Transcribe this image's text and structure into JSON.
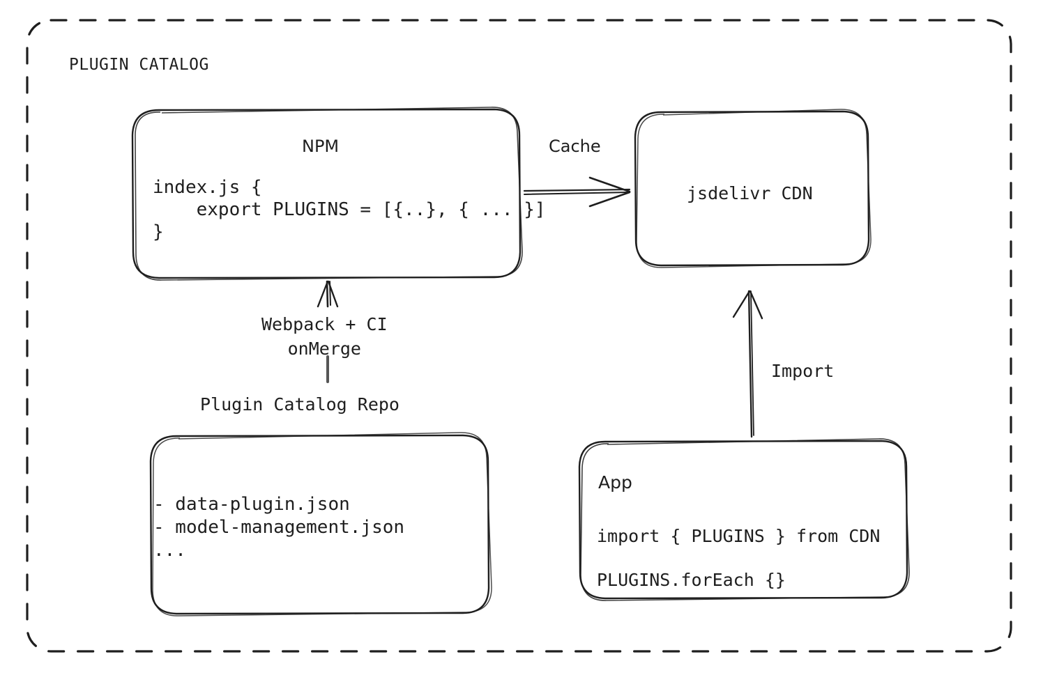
{
  "diagram": {
    "type": "architecture-flow",
    "group": {
      "title": "PLUGIN CATALOG",
      "border_style": "dashed",
      "stroke_color": "#1e1e1e"
    },
    "nodes": [
      {
        "id": "npm",
        "title": "NPM",
        "code": "index.js {\n    export PLUGINS = [{..}, { ... }]\n}"
      },
      {
        "id": "cdn",
        "title": "jsdelivr CDN"
      },
      {
        "id": "repo",
        "caption": "Plugin Catalog Repo",
        "list": "- data-plugin.json\n- model-management.json\n..."
      },
      {
        "id": "app",
        "title": "App",
        "line1": "import { PLUGINS } from CDN",
        "line2": "PLUGINS.forEach {}"
      }
    ],
    "edges": [
      {
        "id": "cache",
        "label": "Cache",
        "from": "npm",
        "to": "cdn",
        "direction": "right"
      },
      {
        "id": "build",
        "label": "Webpack + CI\nonMerge",
        "from": "repo",
        "to": "npm",
        "direction": "up"
      },
      {
        "id": "import",
        "label": "Import",
        "from": "app",
        "to": "cdn",
        "direction": "up"
      }
    ],
    "colors": {
      "stroke": "#1e1e1e",
      "background": "#ffffff"
    }
  }
}
